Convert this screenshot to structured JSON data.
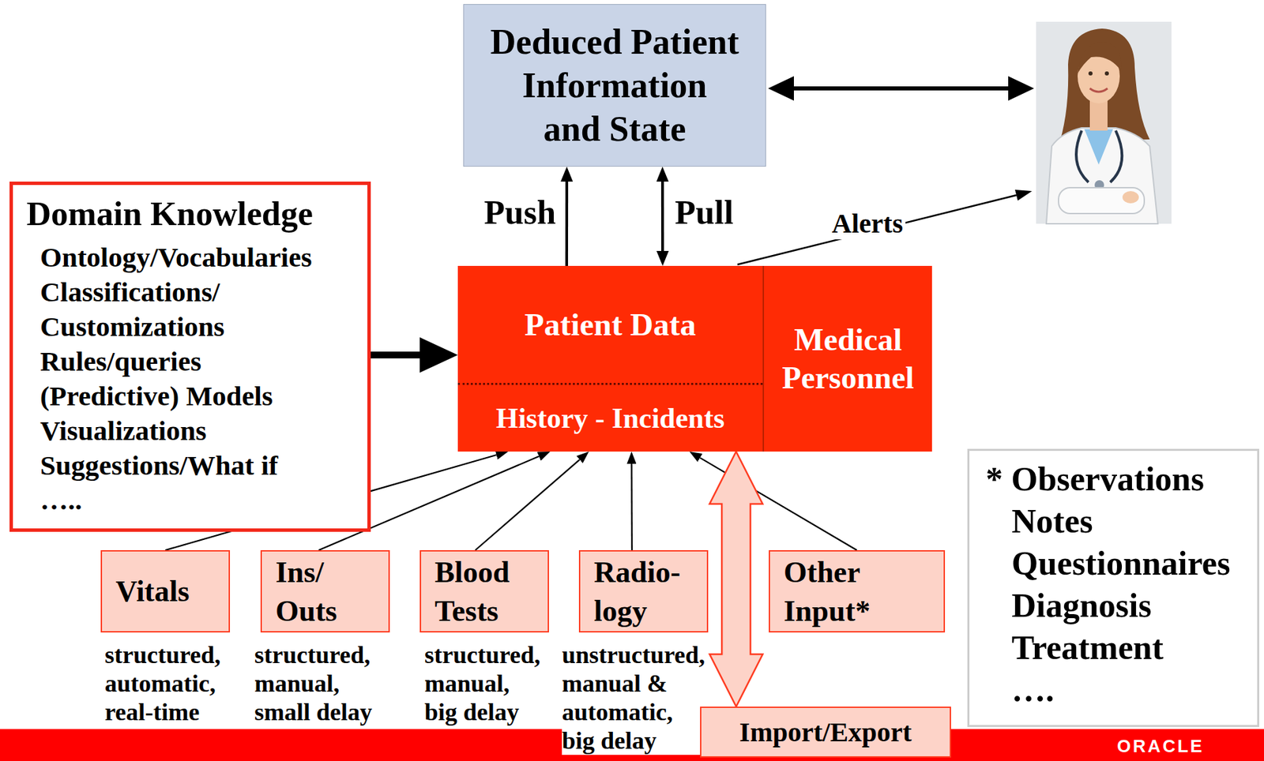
{
  "diagram": {
    "nodes": [
      {
        "text": [
          "Deduced Patient Information and State"
        ]
      },
      {
        "text": [
          "Domain Knowledge",
          "Ontology/Vocabularies",
          "Classifications/ Customizations",
          "Rules/queries",
          "(Predictive) Models",
          "Visualizations",
          "Suggestions/What if",
          "….."
        ]
      },
      {
        "text": [
          "Patient Data",
          "History - Incidents"
        ]
      },
      {
        "text": [
          "Medical Personnel"
        ]
      },
      {
        "text": [
          "Vitals",
          "structured, automatic, real-time"
        ]
      },
      {
        "text": [
          "Ins/ Outs",
          "structured, manual, small delay"
        ]
      },
      {
        "text": [
          "Blood Tests",
          "structured, manual, big delay"
        ]
      },
      {
        "text": [
          "Radio- logy",
          "unstructured, manual & automatic, big delay"
        ]
      },
      {
        "text": [
          "Other Input*"
        ]
      },
      {
        "text": [
          "* Observations",
          "Notes",
          "Questionnaires",
          "Diagnosis",
          "Treatment",
          "…."
        ]
      },
      {
        "text": [
          "Import/Export"
        ]
      }
    ],
    "edges": [
      {
        "from": 2,
        "to": 0,
        "label": "Push",
        "arrow": "to"
      },
      {
        "from": 2,
        "to": 0,
        "label": "Pull",
        "arrow": "both"
      },
      {
        "from": 1,
        "to": 2,
        "arrow": "to"
      },
      {
        "from": 4,
        "to": 2,
        "arrow": "to"
      },
      {
        "from": 5,
        "to": 2,
        "arrow": "to"
      },
      {
        "from": 6,
        "to": 2,
        "arrow": "to"
      },
      {
        "from": 7,
        "to": 2,
        "arrow": "to"
      },
      {
        "from": 8,
        "to": 2,
        "arrow": "to"
      },
      {
        "from": 10,
        "to": 2,
        "arrow": "both"
      }
    ],
    "labels": [
      "Alerts",
      "ORACLE"
    ]
  }
}
